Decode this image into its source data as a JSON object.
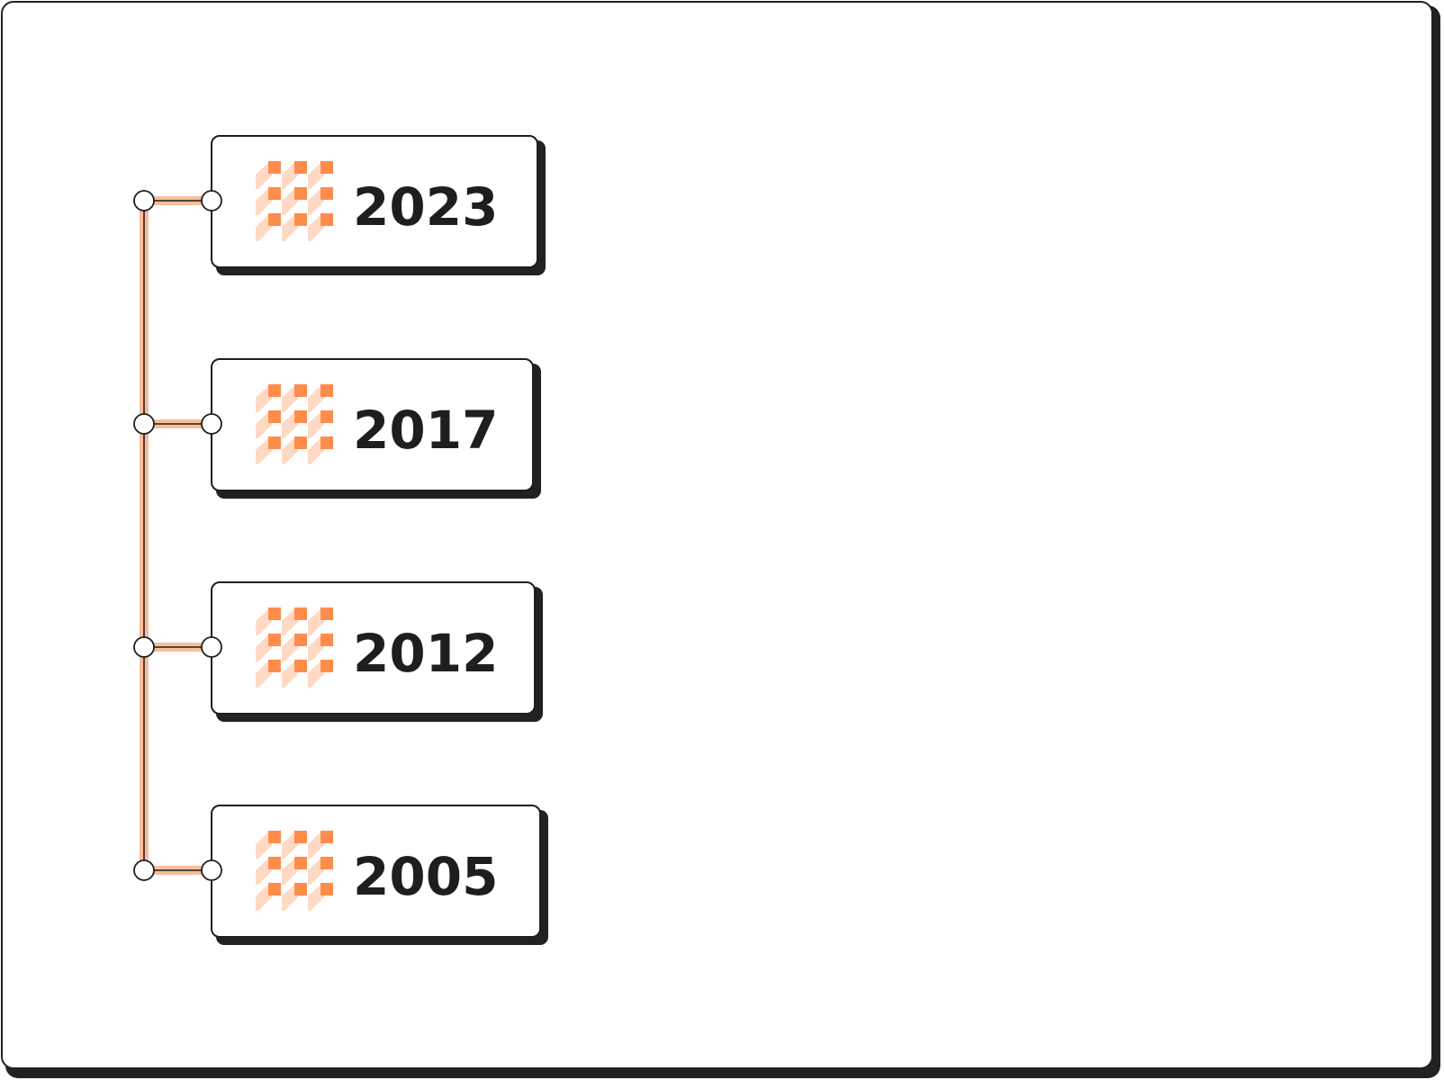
{
  "timeline": {
    "accent_color": "#FF8C4B",
    "accent_light_color": "#FFD9C4",
    "line_color": "#F9BD9A",
    "text_color": "#1E1E1E",
    "card_shadow_color": "#222222",
    "card_icon": "dot-grid-icon",
    "items": [
      {
        "year": "2023"
      },
      {
        "year": "2017"
      },
      {
        "year": "2012"
      },
      {
        "year": "2005"
      }
    ]
  }
}
